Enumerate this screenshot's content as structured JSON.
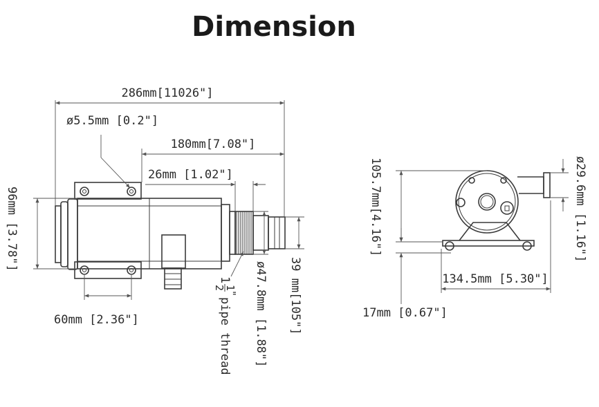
{
  "title": "Dimension",
  "side_view": {
    "overall_length": "286mm[11026\"]",
    "mount_hole": "ø5.5mm [0.2\"]",
    "motor_to_outlet": "180mm[7.08\"]",
    "thread_length": "26mm [1.02\"]",
    "body_height": "96mm [3.78\"]",
    "mount_spacing": "60mm [2.36\"]",
    "thread_spec_whole": "1",
    "thread_spec_num": "1",
    "thread_spec_den": "2",
    "thread_spec_unit": "\"",
    "thread_spec_text": "pipe thread",
    "thread_diameter": "ø47.8mm [1.88\"]",
    "outlet_diameter": "39 mm[105\"]"
  },
  "front_view": {
    "height": "105.7mm[4.16\"]",
    "port_diameter": "ø29.6mm [1.16\"]",
    "base_width": "134.5mm [5.30\"]",
    "base_height": "17mm [0.67\"]"
  }
}
